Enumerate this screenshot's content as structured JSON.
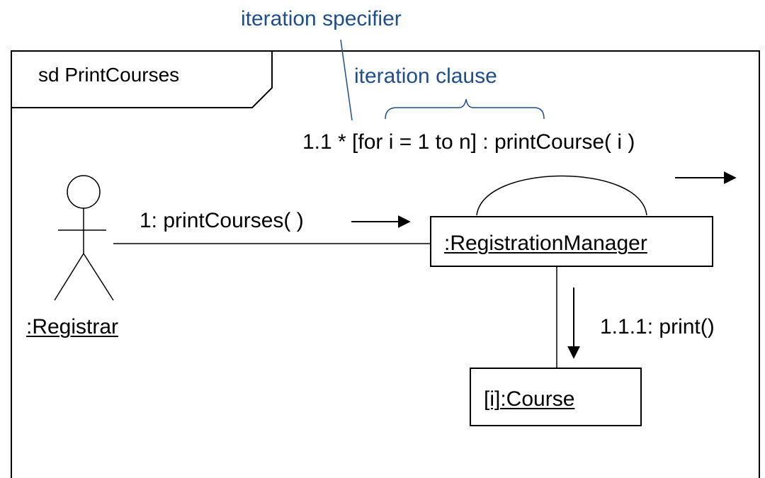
{
  "annotations": {
    "iteration_specifier": "iteration specifier",
    "iteration_clause": "iteration clause"
  },
  "frame": {
    "label": "sd PrintCourses"
  },
  "actor": {
    "name": ":Registrar"
  },
  "objects": {
    "registration_manager": ":RegistrationManager",
    "course": "[i]:Course"
  },
  "messages": {
    "print_courses": "1: printCourses( )",
    "print_course": "1.1 * [for i = 1 to n] : printCourse( i )",
    "print": "1.1.1: print()"
  },
  "colors": {
    "annotation": "#1f4e8c",
    "lines": "#000000"
  }
}
